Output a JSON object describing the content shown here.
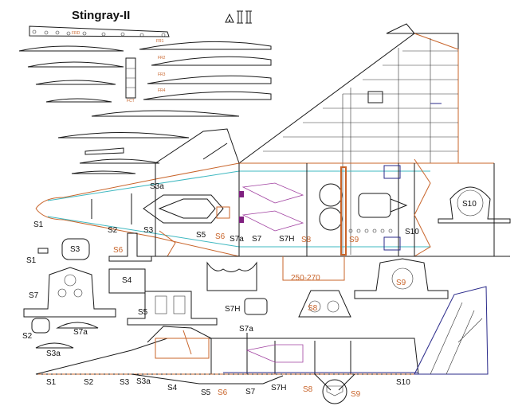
{
  "title": "Stingray-II",
  "logo": "AII",
  "rib_labels": [
    "FRD",
    "FR1",
    "FR2",
    "FR3",
    "FR4",
    "FCT"
  ],
  "top_view_labels": {
    "s1": "S1",
    "s2": "S2",
    "s3": "S3",
    "s3a": "S3a",
    "s5": "S5",
    "s6": "S6",
    "s7a": "S7a",
    "s7": "S7",
    "s7h": "S7H",
    "s8": "S8",
    "s9": "S9",
    "s10": "S10"
  },
  "dimension": "250-270",
  "parts": {
    "s1": "S1",
    "s3": "S3",
    "s6": "S6",
    "s4": "S4",
    "s7": "S7",
    "s5": "S5",
    "s7h": "S7H",
    "s8": "S8",
    "s9": "S9",
    "s10": "S10",
    "s2": "S2",
    "s7a": "S7a",
    "s3a": "S3a"
  },
  "side_view_labels": {
    "s1": "S1",
    "s2": "S2",
    "s3": "S3",
    "s3a": "S3a",
    "s4": "S4",
    "s5": "S5",
    "s6": "S6",
    "s7": "S7",
    "s7h": "S7H",
    "s8": "S8",
    "s9": "S9",
    "s10": "S10",
    "s7a": "S7a"
  }
}
